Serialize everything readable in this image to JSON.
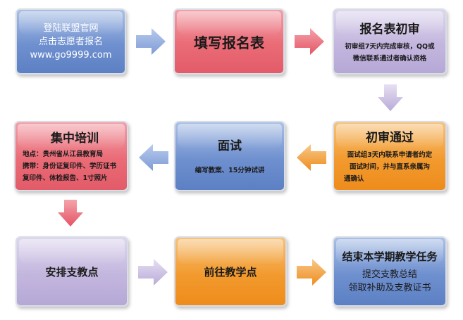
{
  "colors": {
    "blue": "#6f90cf",
    "red": "#ea6b76",
    "purple": "#c3b6de",
    "orange": "#f29a2e"
  },
  "steps": {
    "register": {
      "lines": [
        "登陆联盟官网",
        "点击志愿者报名",
        "www.go9999.com"
      ]
    },
    "fill_form": {
      "title": "填写报名表"
    },
    "initial_review": {
      "title": "报名表初审",
      "lines": [
        "初审组7天内完成审核，QQ或",
        "微信联系通过者确认资格"
      ]
    },
    "review_passed": {
      "title": "初审通过",
      "lines": [
        "面试组3天内联系申请者约定",
        "面试时间，并与直系亲属沟",
        "通确认"
      ]
    },
    "interview": {
      "title": "面试",
      "lines": [
        "编写教案、15分钟试讲"
      ]
    },
    "training": {
      "title": "集中培训",
      "lines": [
        "地点：贵州省从江县教育局",
        "携带：身份证复印件、学历证书",
        "复印件、体检报告、1寸照片"
      ]
    },
    "arrange": {
      "title": "安排支教点"
    },
    "go_teach": {
      "title": "前往教学点"
    },
    "finish": {
      "title": "结束本学期教学任务",
      "lines": [
        "提交支教总结",
        "领取补助及支教证书"
      ]
    }
  }
}
